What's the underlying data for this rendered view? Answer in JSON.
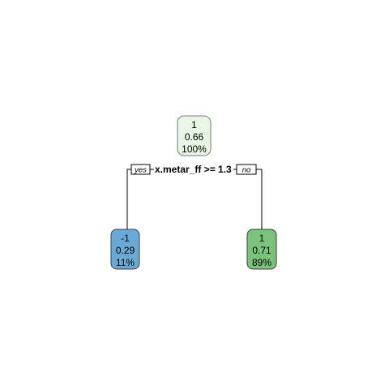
{
  "tree": {
    "root": {
      "class": "1",
      "prob": "0.66",
      "pct": "100%",
      "fill": "#e9f6e5"
    },
    "split": {
      "label": "x.metar_ff >= 1.3",
      "yes_label": "yes",
      "no_label": "no"
    },
    "left_leaf": {
      "class": "-1",
      "prob": "0.29",
      "pct": "11%",
      "fill": "#6aa9d6"
    },
    "right_leaf": {
      "class": "1",
      "prob": "0.71",
      "pct": "89%",
      "fill": "#79c37a"
    }
  }
}
